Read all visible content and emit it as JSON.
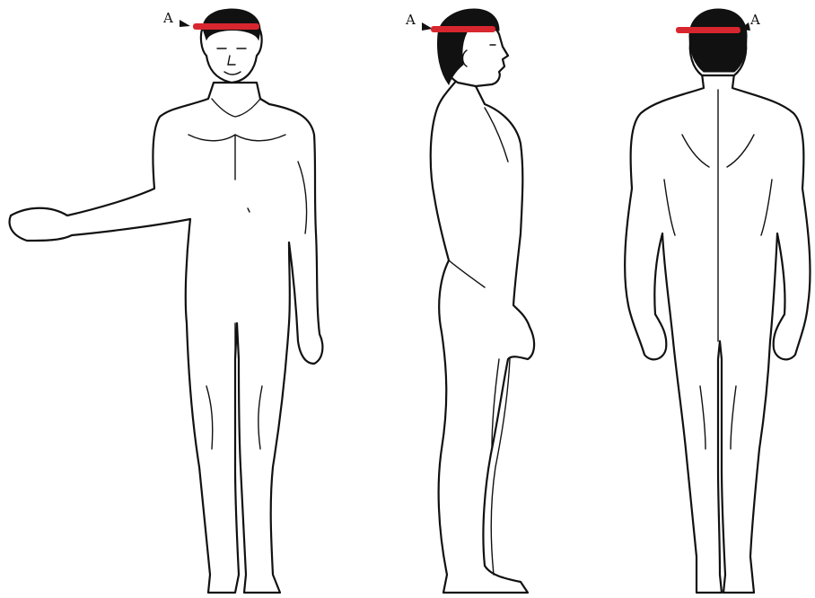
{
  "marker": {
    "label": "A",
    "bar_color": "#d8262e",
    "arrow_color": "#111111"
  },
  "figures": [
    {
      "view": "front"
    },
    {
      "view": "side"
    },
    {
      "view": "back"
    }
  ]
}
